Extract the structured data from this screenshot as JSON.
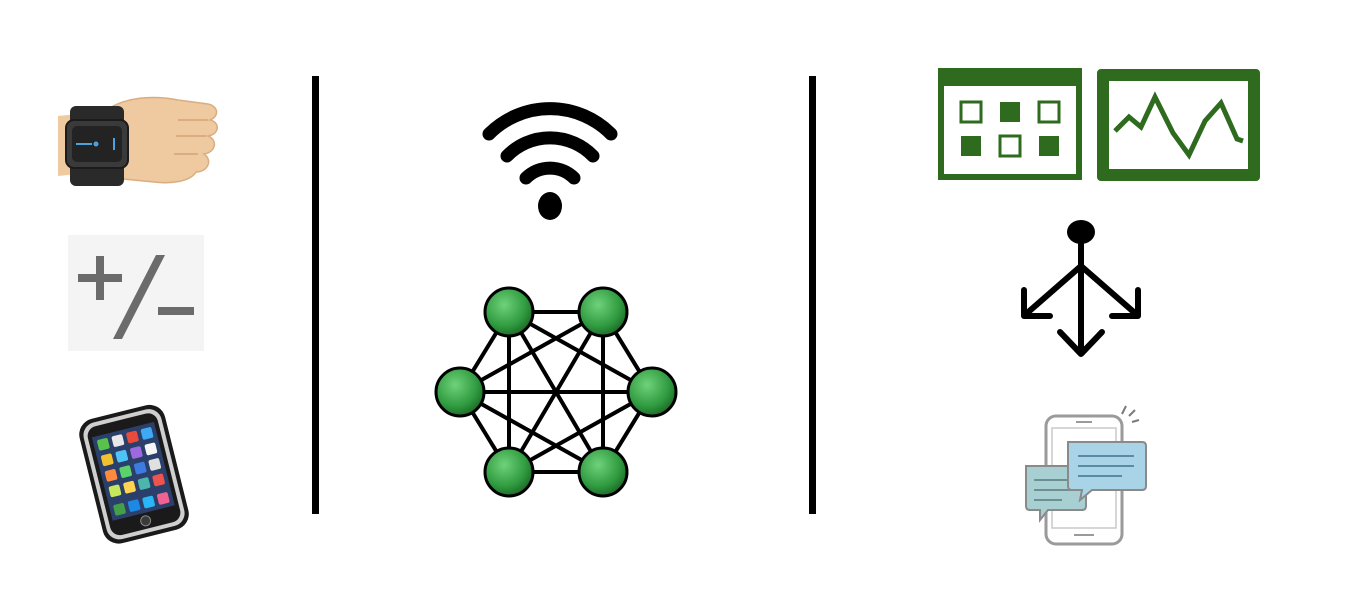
{
  "diagram": {
    "columns": [
      {
        "id": "devices",
        "icons": [
          "smartwatch-on-wrist-icon",
          "plus-minus-icon",
          "smartphone-icon"
        ]
      },
      {
        "id": "network",
        "icons": [
          "wifi-icon",
          "mesh-network-icon"
        ]
      },
      {
        "id": "outputs",
        "icons": [
          "calendar-icon",
          "line-chart-monitor-icon",
          "branching-arrows-icon",
          "phone-chat-messages-icon"
        ]
      }
    ],
    "colors": {
      "accent_green": "#2e6b1f",
      "node_green": "#3aa34a",
      "line_black": "#000000",
      "bubble_blue": "#a9d4e8",
      "bubble_teal": "#a8cfd2",
      "skin": "#efc9a0",
      "symbol_gray": "#6b6b6b"
    }
  }
}
